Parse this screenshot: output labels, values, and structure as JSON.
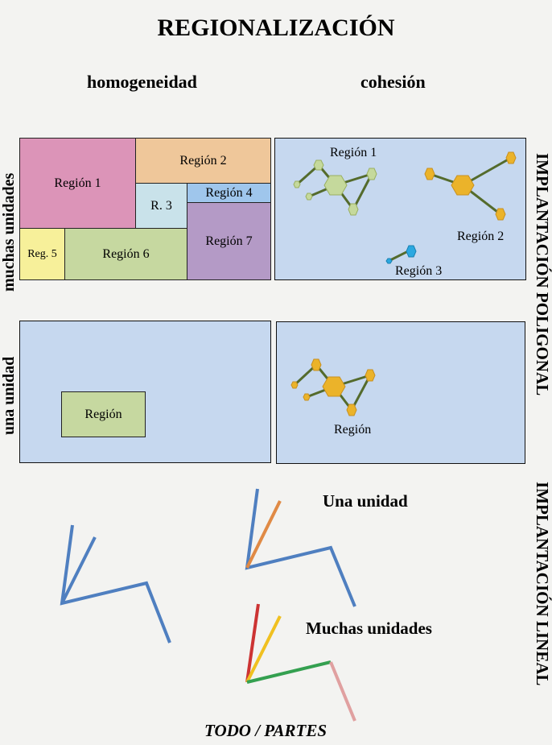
{
  "title": "REGIONALIZACIÓN",
  "columns": {
    "left": "homogeneidad",
    "right": "cohesión"
  },
  "rows": {
    "top": "muchas unidades",
    "bottom": "una unidad"
  },
  "side_labels": {
    "polygonal": "IMPLANTACIÓN POLIGONAL",
    "linear": "IMPLANTACIÓN LINEAL"
  },
  "homogeneity_many": {
    "regions": [
      {
        "label": "Región 1",
        "color": "#dc94b8"
      },
      {
        "label": "Región 2",
        "color": "#efc79a"
      },
      {
        "label": "R. 3",
        "color": "#c9e2ea"
      },
      {
        "label": "Región 4",
        "color": "#9fc6ec"
      },
      {
        "label": "Reg. 5",
        "color": "#f7f09a"
      },
      {
        "label": "Región 6",
        "color": "#c6d8a0"
      },
      {
        "label": "Región 7",
        "color": "#b49ac6"
      }
    ],
    "background": "#c6d8ef"
  },
  "cohesion_many": {
    "labels": [
      "Región 1",
      "Región 2",
      "Región 3"
    ],
    "colors": {
      "region1": "#c5d99c",
      "region2": "#ebb32a",
      "region3": "#2ba8e0",
      "link": "#546b2c"
    }
  },
  "homogeneity_one": {
    "label": "Región",
    "color": "#c6d8a0"
  },
  "cohesion_one": {
    "label": "Región",
    "color": "#ebb32a"
  },
  "linear": {
    "one_unit": "Una unidad",
    "many_units": "Muchas unidades",
    "footer": "TODO / PARTES",
    "colors": {
      "blue": "#4f7fc0",
      "orange": "#e08a45",
      "red": "#cc3333",
      "yellow": "#f0c020",
      "green": "#34a050",
      "pink": "#e0a0a0"
    }
  }
}
